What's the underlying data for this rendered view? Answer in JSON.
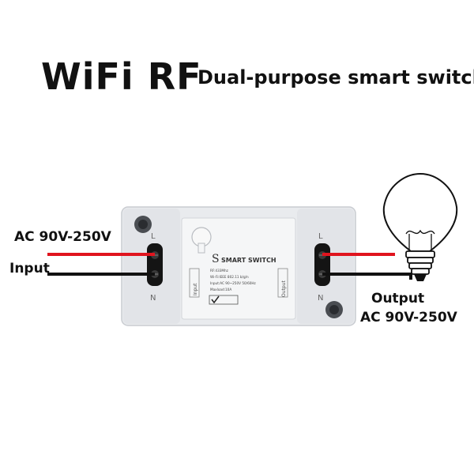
{
  "title": {
    "main": "WiFi RF",
    "subtitle": "Dual-purpose smart switch"
  },
  "input_side": {
    "voltage_label": "AC 90V-250V",
    "input_label": "Input"
  },
  "output_side": {
    "output_label": "Output",
    "voltage_label": "AC 90V-250V"
  },
  "device": {
    "logo_letter": "S",
    "brand": "SMART SWITCH",
    "spec_rf": "RF:433Mhz",
    "spec_wifi": "Wi-Fi:IEEE 802.11 b/g/n",
    "spec_input": "Input:AC 90~250V 50/60Hz",
    "spec_load": "Maxload:10A",
    "terminal_in_letters": [
      "L",
      "N"
    ],
    "terminal_out_letters": [
      "L",
      "N"
    ],
    "label_input": "Input",
    "label_output": "Output"
  },
  "colors": {
    "live_wire": "#e0141e",
    "neutral_wire": "#111111",
    "device_body": "#e9ebee",
    "device_label": "#f5f6f7",
    "terminal": "#141414"
  },
  "icons": [
    "bulb-icon",
    "check-icon",
    "screw-icon"
  ]
}
